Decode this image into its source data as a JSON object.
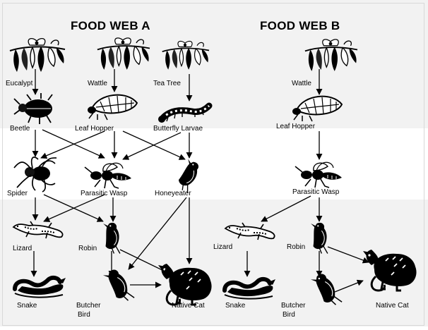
{
  "titles": {
    "web_a": "FOOD WEB A",
    "web_b": "FOOD WEB B"
  },
  "web_a": {
    "eucalypt": "Eucalypt",
    "wattle": "Wattle",
    "tea_tree": "Tea Tree",
    "beetle": "Beetle",
    "leaf_hopper": "Leaf Hopper",
    "butterfly_larvae": "Butterfly Larvae",
    "spider": "Spider",
    "parasitic_wasp": "Parasitic Wasp",
    "honeyeater": "Honeyeater",
    "lizard": "Lizard",
    "robin": "Robin",
    "snake": "Snake",
    "butcher": "Butcher",
    "bird": "Bird",
    "native_cat": "Native Cat"
  },
  "web_b": {
    "wattle": "Wattle",
    "leaf_hopper": "Leaf Hopper",
    "parasitic_wasp": "Parasitic Wasp",
    "lizard": "Lizard",
    "robin": "Robin",
    "snake": "Snake",
    "butcher": "Butcher",
    "bird": "Bird",
    "native_cat": "Native Cat"
  },
  "icons": {
    "plant": "plant-icon",
    "beetle": "beetle-icon",
    "leaf_hopper": "leaf-hopper-icon",
    "caterpillar": "caterpillar-icon",
    "spider": "spider-icon",
    "wasp": "wasp-icon",
    "bird": "bird-icon",
    "lizard": "lizard-icon",
    "snake": "snake-icon",
    "native_cat": "native-cat-icon"
  },
  "colors": {
    "ink": "#000000",
    "band": "#f2f2f2",
    "background": "#ffffff"
  }
}
